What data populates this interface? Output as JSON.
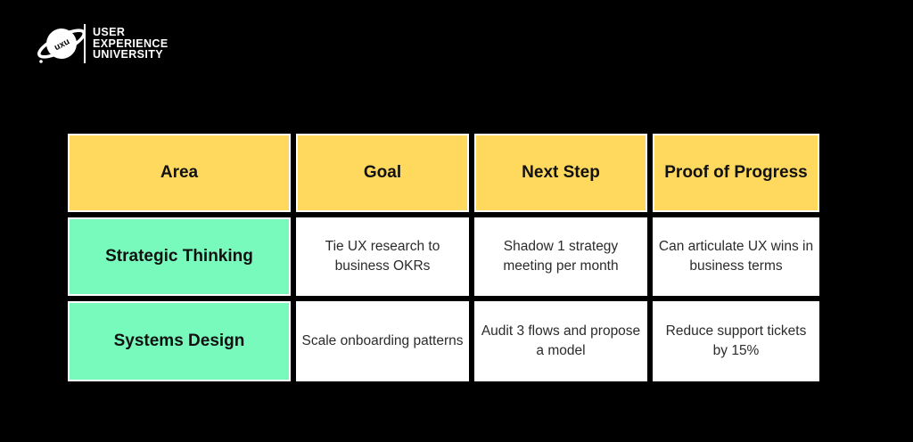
{
  "logo": {
    "icon": "saturn-planet-icon",
    "icon_text": "uxu",
    "lines": [
      "USER",
      "EXPERIENCE",
      "UNIVERSITY"
    ]
  },
  "table": {
    "headers": [
      "Area",
      "Goal",
      "Next Step",
      "Proof of Progress"
    ],
    "rows": [
      {
        "area": "Strategic Thinking",
        "goal": "Tie UX research to business OKRs",
        "next_step": "Shadow 1 strategy meeting per month",
        "proof": "Can articulate UX wins in business terms"
      },
      {
        "area": "Systems Design",
        "goal": "Scale onboarding patterns",
        "next_step": "Audit 3 flows and propose a model",
        "proof": "Reduce support tickets by 15%"
      }
    ]
  },
  "colors": {
    "background": "#000000",
    "header_yellow": "#FFD95E",
    "area_green": "#78FABD",
    "cell_white": "#FFFFFF",
    "body_text": "#2B2B2B"
  }
}
